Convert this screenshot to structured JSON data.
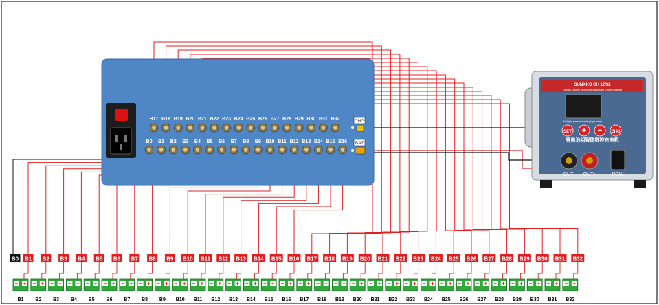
{
  "panel": {
    "top_ports": [
      "B17",
      "B18",
      "B19",
      "B20",
      "B21",
      "B22",
      "B23",
      "B24",
      "B25",
      "B26",
      "B27",
      "B28",
      "B29",
      "B30",
      "B31",
      "B32"
    ],
    "bottom_ports": [
      "B0",
      "B1",
      "B2",
      "B3",
      "B4",
      "B5",
      "B6",
      "B7",
      "B8",
      "B9",
      "B10",
      "B11",
      "B12",
      "B13",
      "B14",
      "B15",
      "B16"
    ],
    "chg_label": "CHG",
    "bat_label": "BAT"
  },
  "charger": {
    "brand": "SUNKKO CH 12/32",
    "model_line": "Lithium Battery Intelligent Equalized Smart Charger",
    "screen_caption": "Multiple parameter display screen",
    "chinese_title": "锂电池组智能数控充电机",
    "buttons": [
      "SET",
      "+",
      "−",
      "CHG"
    ],
    "out_minus": "OUT-",
    "out_plus": "OUT+",
    "pow": "POW"
  },
  "lead_labels": [
    "B0",
    "B1",
    "B2",
    "B3",
    "B4",
    "B5",
    "B6",
    "B7",
    "B8",
    "B9",
    "B10",
    "B11",
    "B12",
    "B13",
    "B14",
    "B15",
    "B16",
    "B17",
    "B18",
    "B19",
    "B20",
    "B21",
    "B22",
    "B23",
    "B24",
    "B25",
    "B26",
    "B27",
    "B28",
    "B29",
    "B30",
    "B31",
    "B32"
  ],
  "cells": [
    "B1",
    "B2",
    "B3",
    "B4",
    "B5",
    "B6",
    "B7",
    "B8",
    "B9",
    "B10",
    "B11",
    "B12",
    "B13",
    "B14",
    "B15",
    "B16",
    "B17",
    "B18",
    "B19",
    "B20",
    "B21",
    "B22",
    "B23",
    "B24",
    "B25",
    "B26",
    "B27",
    "B28",
    "B29",
    "B30",
    "B31",
    "B32"
  ],
  "cell_terminals": {
    "minus": "−",
    "plus": "+"
  },
  "colors": {
    "panel": "#4f86c6",
    "wire_red": "#e02020",
    "wire_black": "#111111",
    "cell_green": "#2faa3a",
    "label_red": "#e02020",
    "charger_body": "#d8dde3",
    "charger_front": "#4a6a92"
  }
}
